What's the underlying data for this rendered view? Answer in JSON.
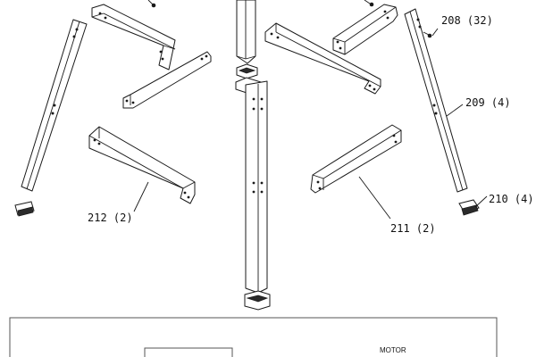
{
  "callouts": {
    "p208": "208 (32)",
    "p209": "209 (4)",
    "p210": "210 (4)",
    "p211": "211 (2)",
    "p212": "212 (2)"
  },
  "panel": {
    "motor_label": "MOTOR"
  }
}
